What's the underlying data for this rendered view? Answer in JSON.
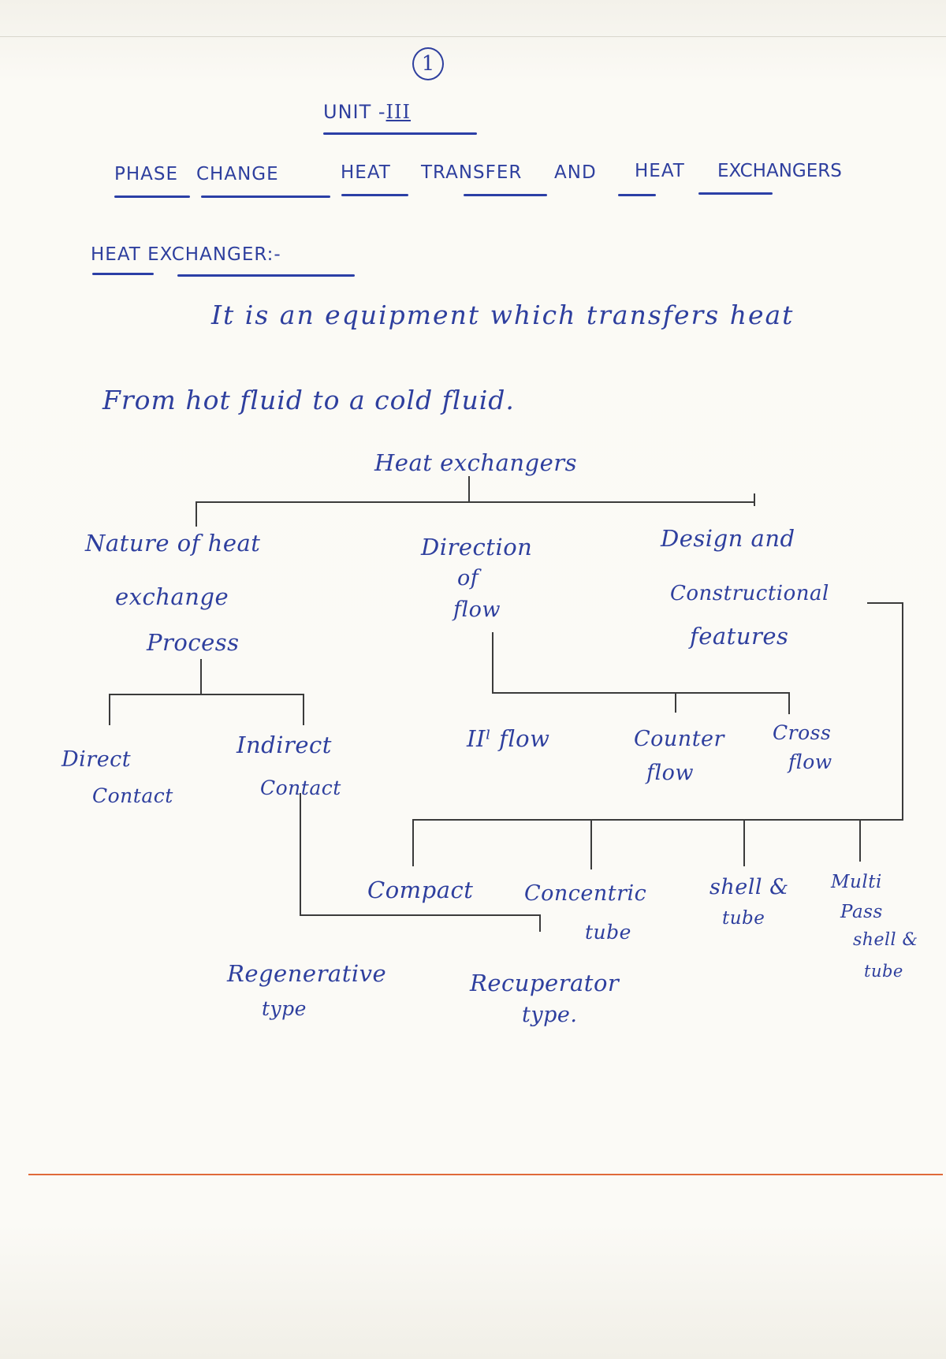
{
  "page_number": "1",
  "unit": "UNIT -",
  "unit_numeral": "III",
  "title": {
    "w1": "PHASE",
    "w2": "CHANGE",
    "w3": "HEAT",
    "w4": "TRANSFER",
    "w5": "AND",
    "w6": "HEAT",
    "w7": "EXCHANGERS"
  },
  "heading": "HEAT EXCHANGER:-",
  "definition": {
    "line1": "It is an equipment which transfers heat",
    "line2": "From hot fluid to a cold fluid."
  },
  "tree": {
    "root": "Heat exchangers",
    "nature": {
      "line1": "Nature of heat",
      "line2": "exchange",
      "line3": "Process"
    },
    "direction": {
      "line1": "Direction",
      "line2": "of",
      "line3": "flow"
    },
    "design": {
      "line1": "Design and",
      "line2": "Constructional",
      "line3": "features"
    },
    "direct": {
      "line1": "Direct",
      "line2": "Contact"
    },
    "indirect": {
      "line1": "Indirect",
      "line2": "Contact"
    },
    "parallel": "IIˡ flow",
    "counter": {
      "line1": "Counter",
      "line2": "flow"
    },
    "cross": {
      "line1": "Cross",
      "line2": "flow"
    },
    "compact": "Compact",
    "concentric": {
      "line1": "Concentric",
      "line2": "tube"
    },
    "shell_tube": {
      "line1": "shell &",
      "line2": "tube"
    },
    "multi_pass": {
      "line1": "Multi",
      "line2": "Pass",
      "line3": "shell &",
      "line4": "tube"
    },
    "regenerative": {
      "line1": "Regenerative",
      "line2": "type"
    },
    "recuperator": {
      "line1": "Recuperator",
      "line2": "type."
    }
  }
}
